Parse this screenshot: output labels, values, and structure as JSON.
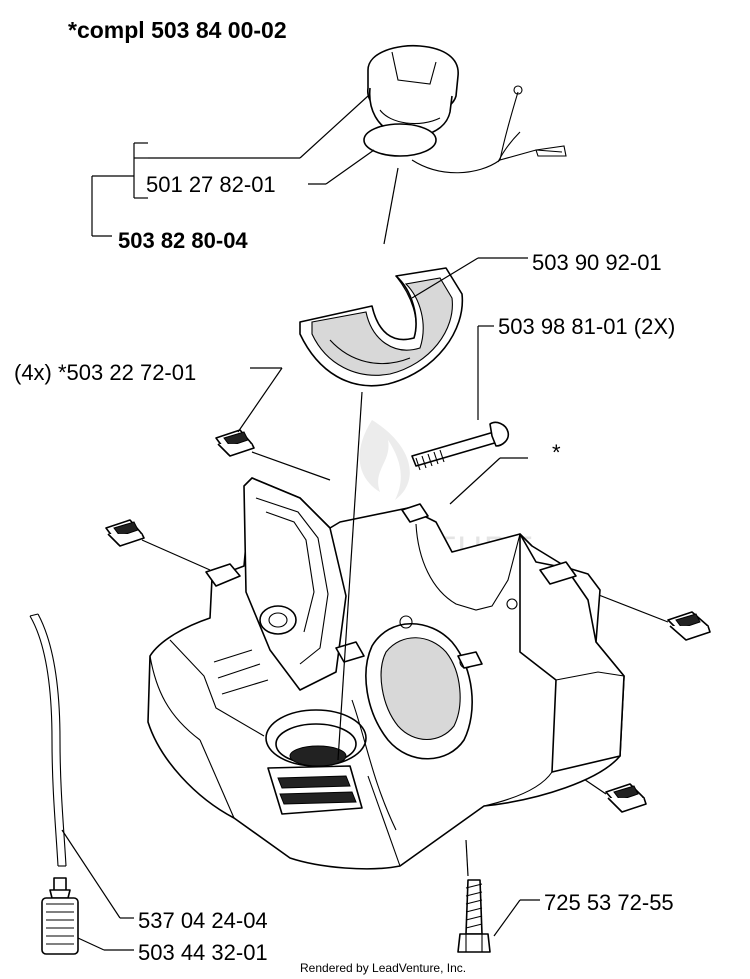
{
  "title": "*compl 503 84 00-02",
  "labels": {
    "cap_oring": "501 27 82-01",
    "cap_assembly": "503 82 80-04",
    "guide_plate": "503 90 92-01",
    "bolt": "503 98 81-01 (2X)",
    "clip_nut": "(4x) *503 22 72-01",
    "tank_ref": "*",
    "fuel_hose": "537 04 24-04",
    "fuel_filter": "503 44 32-01",
    "screw": "725 53 72-55"
  },
  "watermark": "LEADVENTURE",
  "footer": "Rendered by LeadVenture, Inc."
}
